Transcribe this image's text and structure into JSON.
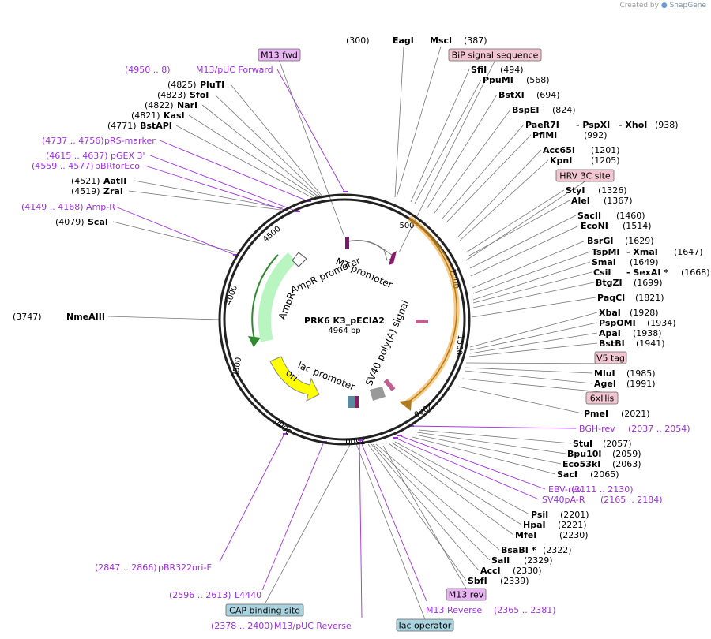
{
  "credit": {
    "prefix": "Created by",
    "brand": "SnapGene",
    "icon": "snapgene-logo-icon"
  },
  "plasmid": {
    "name": "PRK6 K3_pECIA2",
    "length_text": "4964 bp"
  },
  "colors": {
    "purple": "#a030e0",
    "backbone": "#222222",
    "sv40": "#f0a020",
    "ampr": "#b8f5c0",
    "amp_arrow": "#2e8b2e",
    "ori": "#ffff00",
    "box_pink": "#f1c6d2",
    "box_lilac": "#e8b5f2",
    "box_blue": "#a9d3df"
  },
  "ring_ticks": [
    "500",
    "1000",
    "1500",
    "2000",
    "2500",
    "3000",
    "3500",
    "4000",
    "4500"
  ],
  "features": [
    {
      "label": "MT promoter"
    },
    {
      "label": "AmpR promoter"
    },
    {
      "label": "AmpR"
    },
    {
      "label": "ori"
    },
    {
      "label": "lac promoter"
    },
    {
      "label": "SV40 poly(A) signal"
    }
  ],
  "sites": [
    {
      "name": "EagI",
      "pos": "(300)"
    },
    {
      "name": "MscI",
      "pos": "(387)"
    },
    {
      "name": "SfiI",
      "pos": "(494)"
    },
    {
      "name": "PpuMI",
      "pos": "(568)"
    },
    {
      "name": "BstXI",
      "pos": "(694)"
    },
    {
      "name": "BspEI",
      "pos": "(824)"
    },
    {
      "name": "PaeR7I",
      "pos": ""
    },
    {
      "name": "- PspXI",
      "pos": ""
    },
    {
      "name": "- XhoI",
      "pos": "(938)"
    },
    {
      "name": "PflMI",
      "pos": "(992)"
    },
    {
      "name": "Acc65I",
      "pos": "(1201)"
    },
    {
      "name": "KpnI",
      "pos": "(1205)"
    },
    {
      "name": "StyI",
      "pos": "(1326)"
    },
    {
      "name": "AleI",
      "pos": "(1367)"
    },
    {
      "name": "SacII",
      "pos": "(1460)"
    },
    {
      "name": "EcoNI",
      "pos": "(1514)"
    },
    {
      "name": "BsrGI",
      "pos": "(1629)"
    },
    {
      "name": "TspMI",
      "pos": ""
    },
    {
      "name": "- XmaI",
      "pos": "(1647)"
    },
    {
      "name": "SmaI",
      "pos": "(1649)"
    },
    {
      "name": "CsiI",
      "pos": ""
    },
    {
      "name": "- SexAI *",
      "pos": "(1668)"
    },
    {
      "name": "BtgZI",
      "pos": "(1699)"
    },
    {
      "name": "PaqCI",
      "pos": "(1821)"
    },
    {
      "name": "XbaI",
      "pos": "(1928)"
    },
    {
      "name": "PspOMI",
      "pos": "(1934)"
    },
    {
      "name": "ApaI",
      "pos": "(1938)"
    },
    {
      "name": "BstBI",
      "pos": "(1941)"
    },
    {
      "name": "MluI",
      "pos": "(1985)"
    },
    {
      "name": "AgeI",
      "pos": "(1991)"
    },
    {
      "name": "PmeI",
      "pos": "(2021)"
    },
    {
      "name": "StuI",
      "pos": "(2057)"
    },
    {
      "name": "Bpu10I",
      "pos": "(2059)"
    },
    {
      "name": "Eco53kI",
      "pos": "(2063)"
    },
    {
      "name": "SacI",
      "pos": "(2065)"
    },
    {
      "name": "PsiI",
      "pos": "(2201)"
    },
    {
      "name": "HpaI",
      "pos": "(2221)"
    },
    {
      "name": "MfeI",
      "pos": "(2230)"
    },
    {
      "name": "BsaBI *",
      "pos": "(2322)"
    },
    {
      "name": "SalI",
      "pos": "(2329)"
    },
    {
      "name": "AccI",
      "pos": "(2330)"
    },
    {
      "name": "SbfI",
      "pos": "(2339)"
    },
    {
      "name": "NmeAIII",
      "pos": "(3747)"
    },
    {
      "name": "ScaI",
      "pos": "(4079)"
    },
    {
      "name": "ZraI",
      "pos": "(4519)"
    },
    {
      "name": "AatII",
      "pos": "(4521)"
    },
    {
      "name": "BstAPI",
      "pos": "(4771)"
    },
    {
      "name": "KasI",
      "pos": "(4821)"
    },
    {
      "name": "NarI",
      "pos": "(4822)"
    },
    {
      "name": "SfoI",
      "pos": "(4823)"
    },
    {
      "name": "PluTI",
      "pos": "(4825)"
    }
  ],
  "primers": [
    {
      "name": "BGH-rev",
      "range": "(2037 .. 2054)"
    },
    {
      "name": "EBV-rev",
      "range": "(2111 .. 2130)"
    },
    {
      "name": "SV40pA-R",
      "range": "(2165 .. 2184)"
    },
    {
      "name": "M13 Reverse",
      "range": "(2365 .. 2381)"
    },
    {
      "name": "M13/pUC Reverse",
      "range": "(2378 .. 2400)"
    },
    {
      "name": "L4440",
      "range": "(2596 .. 2613)"
    },
    {
      "name": "pBR322ori-F",
      "range": "(2847 .. 2866)"
    },
    {
      "name": "Amp-R",
      "range": "(4149 .. 4168)"
    },
    {
      "name": "pBRforEco",
      "range": "(4559 .. 4577)"
    },
    {
      "name": "pGEX 3'",
      "range": "(4615 .. 4637)"
    },
    {
      "name": "pRS-marker",
      "range": "(4737 .. 4756)"
    },
    {
      "name": "M13/pUC Forward",
      "range": "(4950 .. 8)"
    }
  ],
  "boxes": [
    {
      "label": "M13 fwd"
    },
    {
      "label": "BiP signal sequence"
    },
    {
      "label": "HRV 3C site"
    },
    {
      "label": "V5 tag"
    },
    {
      "label": "6xHis"
    },
    {
      "label": "M13 rev"
    },
    {
      "label": "CAP binding site"
    },
    {
      "label": "lac operator"
    }
  ]
}
